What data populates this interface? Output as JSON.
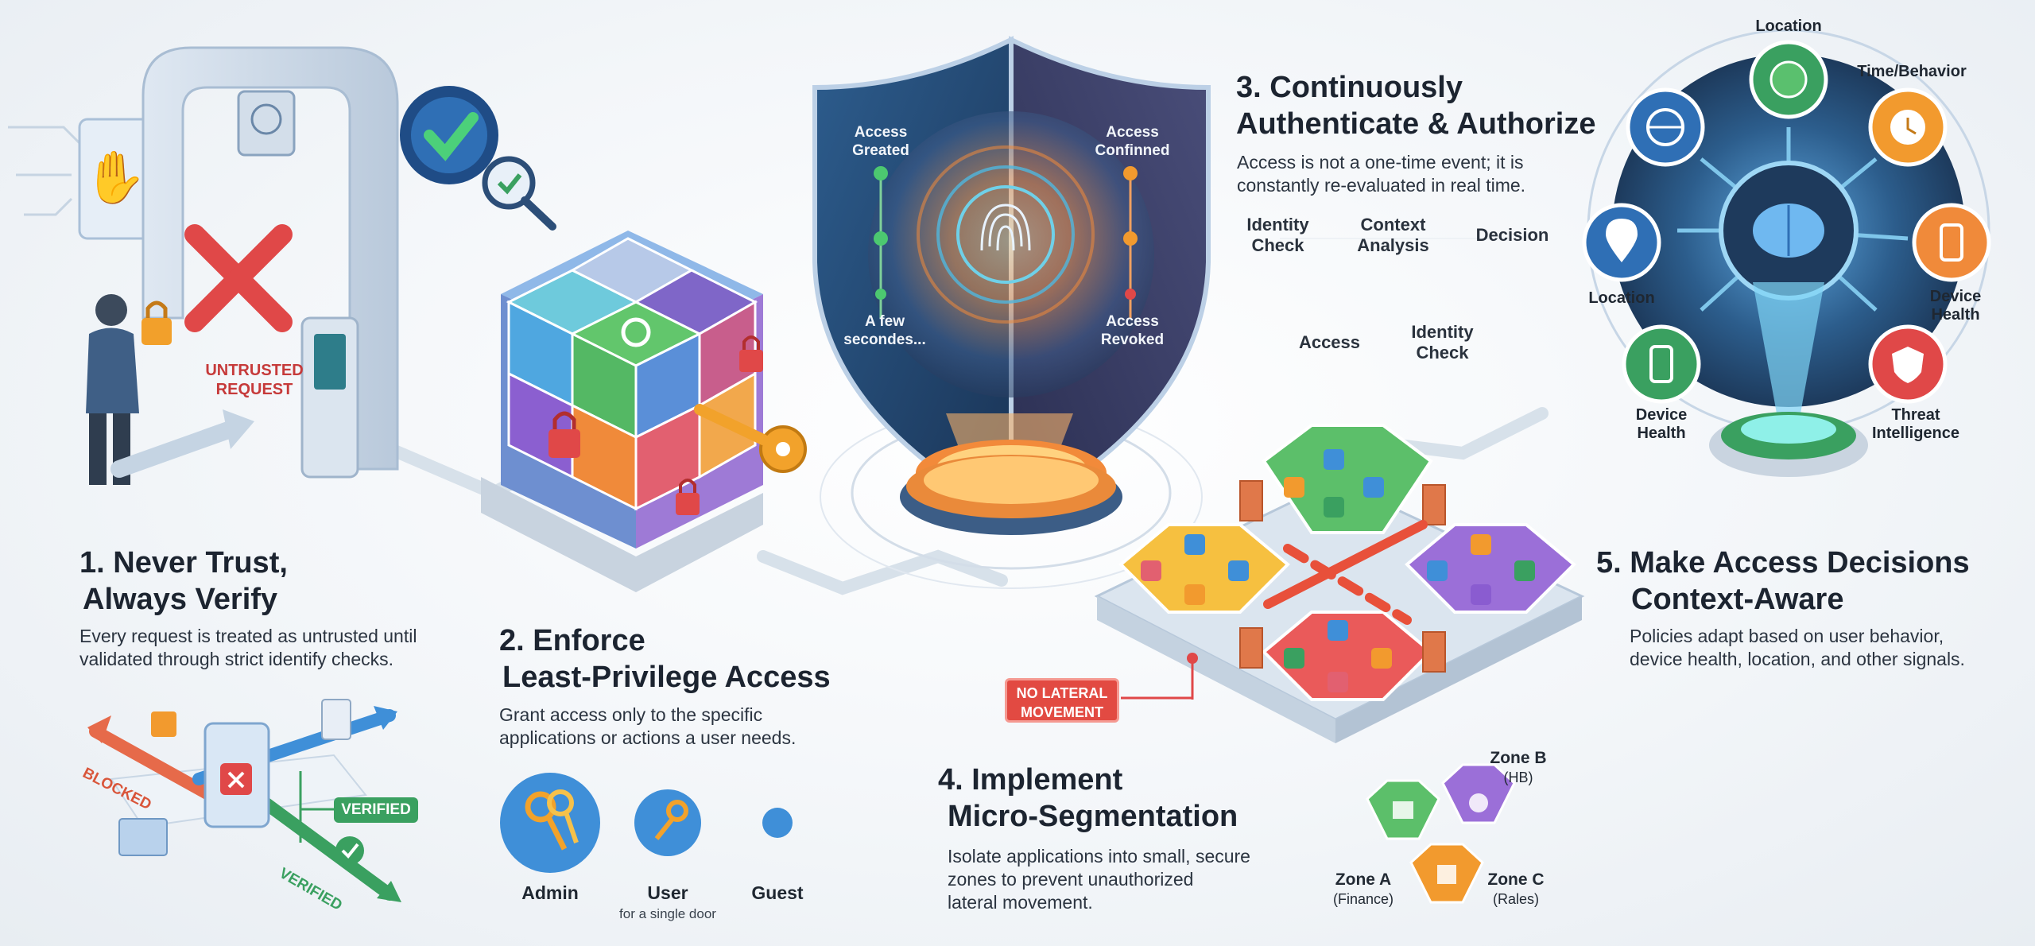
{
  "principles": [
    {
      "heading_line1": "1. Never Trust,",
      "heading_line2": "Always Verify",
      "description_line1": "Every request is treated as untrusted until",
      "description_line2": "validated through strict identify checks."
    },
    {
      "heading_line1": "2. Enforce",
      "heading_line2": "Least-Privilege Access",
      "description_line1": "Grant access only to the specific",
      "description_line2": "applications or actions a user needs."
    },
    {
      "heading_line1": "3. Continuously",
      "heading_line2": "Authenticate & Authorize",
      "description_line1": "Access is not a one-time event; it is",
      "description_line2": "constantly re-evaluated in real time."
    },
    {
      "heading_line1": "4. Implement",
      "heading_line2": "Micro-Segmentation",
      "description_line1": "Isolate applications into small, secure",
      "description_line2": "zones to prevent unauthorized",
      "description_line3": "lateral movement."
    },
    {
      "heading_line1": "5. Make Access Decisions",
      "heading_line2": "Context-Aware",
      "description_line1": "Policies adapt based on user behavior,",
      "description_line2": "device health, location, and other signals."
    }
  ],
  "gate": {
    "untrusted_line1": "UNTRUSTED",
    "untrusted_line2": "REQUEST"
  },
  "verify_flow": {
    "blocked": "BLOCKED",
    "verified_badge": "VERIFIED",
    "verified_arrow": "VERIFIED"
  },
  "roles": [
    {
      "label": "Admin",
      "sub": ""
    },
    {
      "label": "User",
      "sub": "for a single door"
    },
    {
      "label": "Guest",
      "sub": ""
    }
  ],
  "shield": {
    "access_granted": "Access\nGreated",
    "access_confirmed": "Access\nConfinned",
    "few_seconds": "A few\nsecondes...",
    "access_revoked": "Access\nRevoked"
  },
  "auth_flow": {
    "identity_check_1": "Identity\nCheck",
    "context_analysis": "Context\nAnalysis",
    "decision": "Decision",
    "access": "Access",
    "identity_check_2": "Identity\nCheck"
  },
  "segmentation": {
    "no_lateral": "NO LATERAL\nMOVEMENT",
    "zones": [
      {
        "name": "Zone A",
        "sub": "(Finance)"
      },
      {
        "name": "Zone B",
        "sub": "(HB)"
      },
      {
        "name": "Zone C",
        "sub": "(Rales)"
      }
    ]
  },
  "context": {
    "location_top": "Location",
    "time_behavior": "Time/Behavior",
    "device_health_right": "Device\nHealth",
    "location_left": "Location",
    "device_health_left": "Device\nHealth",
    "threat_intel": "Threat\nIntelligence"
  },
  "colors": {
    "heading": "#1c2430",
    "danger": "#e04848",
    "success": "#3aa060",
    "blue": "#3f8fd8",
    "orange": "#f29a2e",
    "purple": "#8a5cd0",
    "teal": "#2bb0b5"
  }
}
